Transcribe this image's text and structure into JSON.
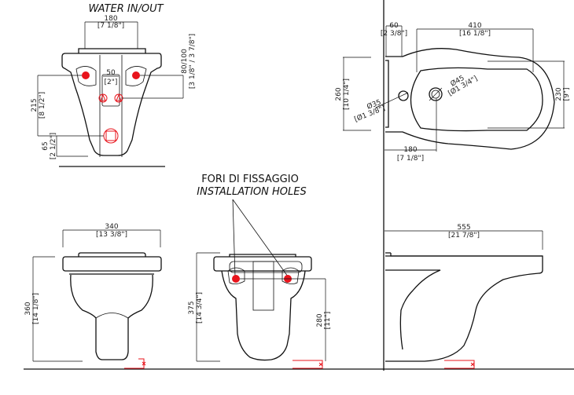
{
  "header": {
    "water_title": "WATER IN/OUT"
  },
  "callout": {
    "line1": "FORI DI FISSAGGIO",
    "line2": "INSTALLATION HOLES"
  },
  "rear_top_view": {
    "width_mm": "180",
    "width_in": "[7 1/8\"]",
    "spacing_mm": "50",
    "spacing_in": "[2\"]",
    "height_mm": "80/100",
    "height_in": "[3 1/8\" / 3 7/8\"]",
    "inlet_mm": "215",
    "inlet_in": "[8 1/2\"]",
    "outlet_mm": "65",
    "outlet_in": "[2 1/2\"]"
  },
  "top_view": {
    "depth_mm": "60",
    "depth_in": "[2 3/8\"]",
    "bowl_mm": "410",
    "bowl_in": "[16 1/8\"]",
    "width_mm": "260",
    "width_in": "[10 1/4\"]",
    "inner_mm": "230",
    "inner_in": "[9\"]",
    "hole1": "Ø35",
    "hole1_in": "[Ø1 3/8\"]",
    "hole2": "Ø45",
    "hole2_in": "[Ø1 3/4\"]",
    "offset_mm": "180",
    "offset_in": "[7 1/8\"]"
  },
  "front_view": {
    "width_mm": "340",
    "width_in": "[13 3/8\"]",
    "height_mm": "360",
    "height_in": "[14 1/8\"]"
  },
  "rear_view": {
    "height_mm": "375",
    "height_in": "[14 3/4\"]",
    "holes_mm": "280",
    "holes_in": "[11\"]"
  },
  "side_view": {
    "length_mm": "555",
    "length_in": "[21 7/8\"]"
  },
  "colors": {
    "marker": "#e8141c",
    "line": "#111111"
  }
}
